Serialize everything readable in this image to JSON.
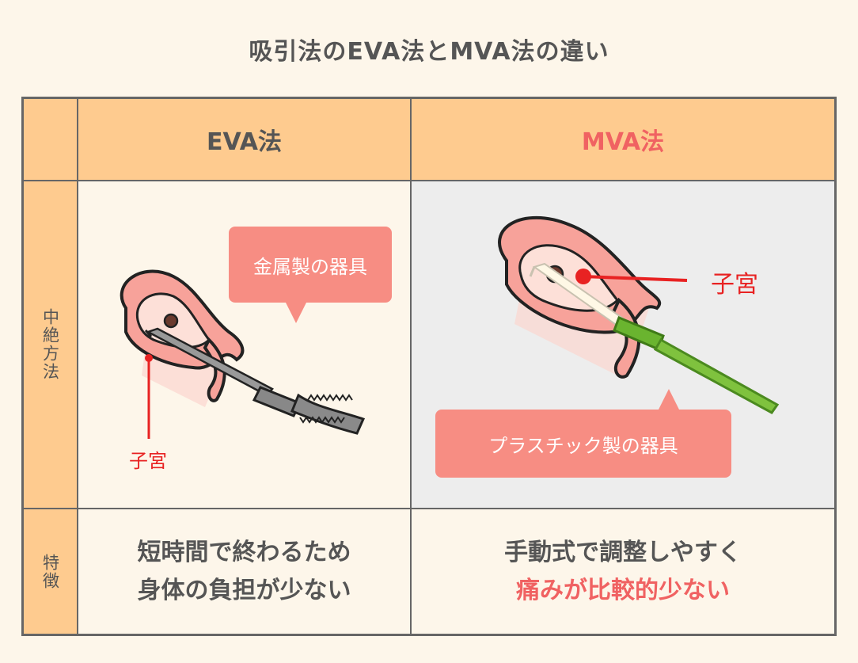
{
  "title": "吸引法のEVA法とMVA法の違い",
  "columns": {
    "eva": "EVA法",
    "mva": "MVA法"
  },
  "rows": {
    "method": "中絶方法",
    "features": "特徴"
  },
  "eva_panel": {
    "bubble": "金属製の器具",
    "uterus_label": "子宮"
  },
  "mva_panel": {
    "bubble": "プラスチック製の器具",
    "uterus_label": "子宮"
  },
  "features": {
    "eva_line1": "短時間で終わるため",
    "eva_line2": "身体の負担が少ない",
    "mva_line1": "手動式で調整しやすく",
    "mva_line2": "痛みが比較的少ない"
  },
  "colors": {
    "header_bg": "#fecb8f",
    "accent_red": "#f06262",
    "bubble": "#f78d83",
    "mva_panel_bg": "#ededed",
    "plastic_green": "#6ab42f"
  }
}
